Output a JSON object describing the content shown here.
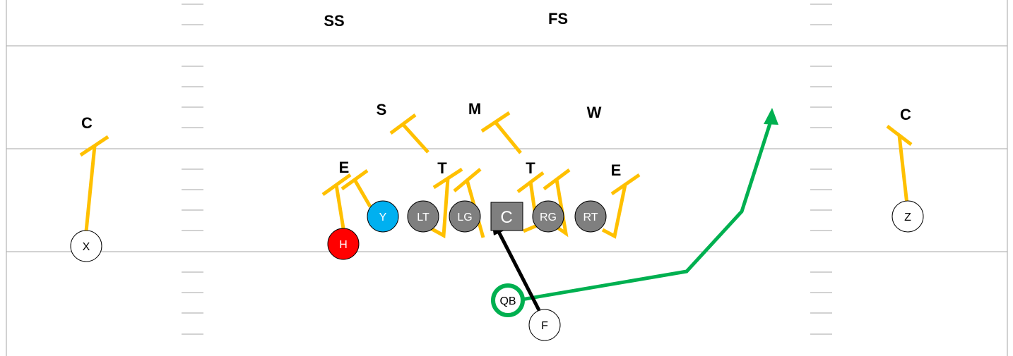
{
  "colors": {
    "defense": "#FFC000",
    "route_green": "#00B050",
    "block_black": "#000000",
    "lineman": "#7F7F7F",
    "y_player": "#00B0F0",
    "h_player": "#FF0000",
    "field_lines": "#A6A6A6"
  },
  "defense": {
    "ss": "SS",
    "fs": "FS",
    "s": "S",
    "m": "M",
    "w": "W",
    "e_left": "E",
    "t_left": "T",
    "t_right": "T",
    "e_right": "E",
    "c_left": "C",
    "c_right": "C"
  },
  "offense": {
    "x": "X",
    "h": "H",
    "y": "Y",
    "lt": "LT",
    "lg": "LG",
    "c": "C",
    "rg": "RG",
    "rt": "RT",
    "z": "Z",
    "qb": "QB",
    "f": "F"
  }
}
